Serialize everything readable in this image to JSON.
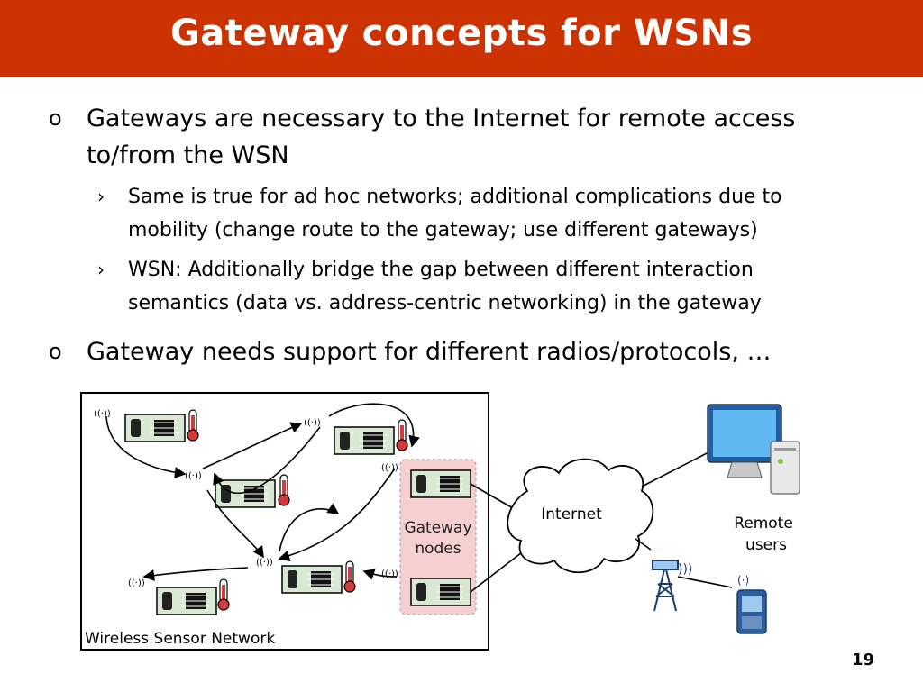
{
  "slide": {
    "title": "Gateway concepts for WSNs",
    "page_number": "19",
    "accent_color": "#cc3300"
  },
  "bullets": [
    {
      "marker": "o",
      "text_line1": "Gateways are necessary to the Internet for remote access",
      "text_line2": "to/from the WSN",
      "sub_items": [
        {
          "marker": "›",
          "line1": "Same is true for ad hoc networks; additional complications due to",
          "line2": "mobility (change route to the gateway; use different gateways)"
        },
        {
          "marker": "›",
          "line1": "WSN: Additionally bridge the gap between different interaction",
          "line2": "semantics (data vs. address-centric networking) in the gateway"
        }
      ]
    },
    {
      "marker": "o",
      "text_line1": "Gateway needs support for different radios/protocols, …"
    }
  ],
  "diagram": {
    "wsn_label": "Wireless Sensor Network",
    "gateway_label_line1": "Gateway",
    "gateway_label_line2": "nodes",
    "cloud_label": "Internet",
    "remote_label_line1": "Remote",
    "remote_label_line2": "users",
    "icons": [
      "sensor-node-icon",
      "thermometer-icon",
      "antenna-signal-icon",
      "cloud-icon",
      "desktop-computer-icon",
      "cell-tower-icon",
      "handheld-device-icon"
    ]
  }
}
